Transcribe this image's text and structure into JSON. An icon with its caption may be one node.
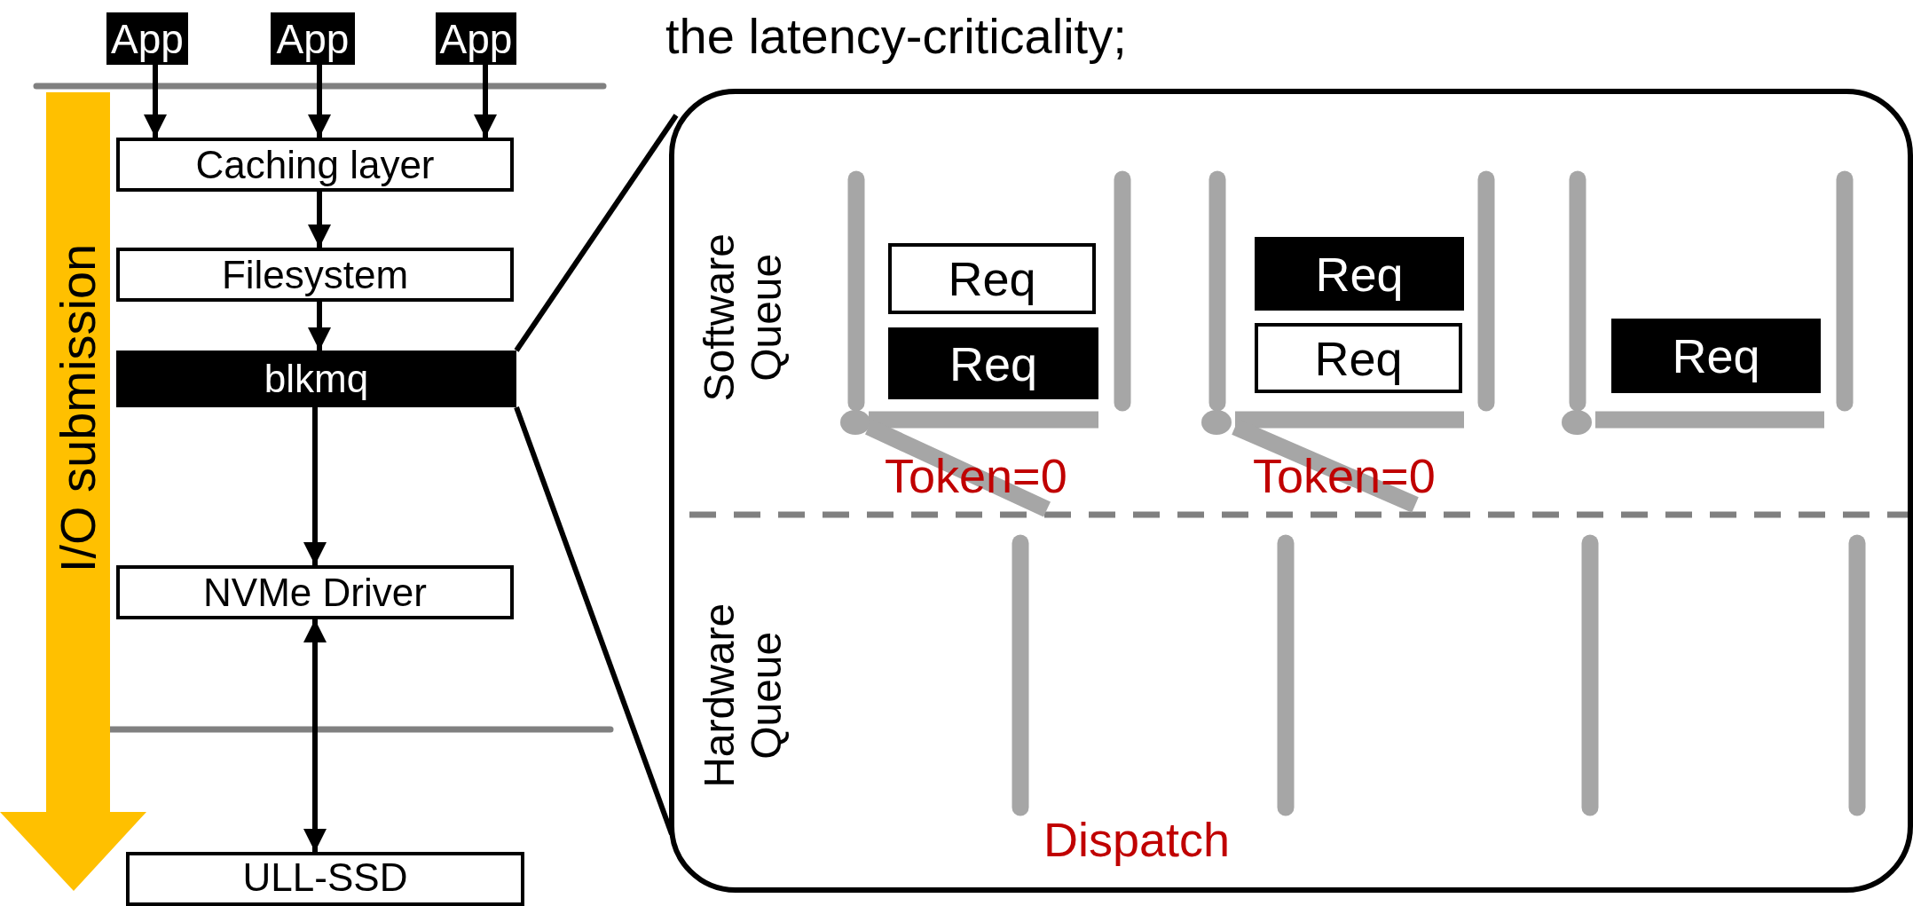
{
  "diagram": {
    "title": "the latency-criticality;",
    "nodes": [
      {
        "text": [
          "App"
        ]
      },
      {
        "text": [
          "App"
        ]
      },
      {
        "text": [
          "App"
        ]
      },
      {
        "text": [
          "Caching layer"
        ]
      },
      {
        "text": [
          "Filesystem"
        ]
      },
      {
        "text": [
          "blkmq"
        ]
      },
      {
        "text": [
          "NVMe Driver"
        ]
      },
      {
        "text": [
          "ULL-SSD"
        ]
      },
      {
        "text": [],
        "shape": "box"
      },
      {
        "text": [
          "Req"
        ],
        "in": 8
      },
      {
        "text": [
          "Req"
        ],
        "in": 8
      },
      {
        "text": [
          "Req"
        ],
        "in": 8
      },
      {
        "text": [
          "Req"
        ],
        "in": 8
      },
      {
        "text": [
          "Req"
        ],
        "in": 8
      }
    ],
    "edges": [
      {
        "from": 0,
        "to": 3,
        "arrow": "to"
      },
      {
        "from": 1,
        "to": 3,
        "arrow": "to"
      },
      {
        "from": 2,
        "to": 3,
        "arrow": "to"
      },
      {
        "from": 3,
        "to": 4,
        "arrow": "to"
      },
      {
        "from": 4,
        "to": 5,
        "arrow": "to"
      },
      {
        "from": 5,
        "to": 6,
        "arrow": "to"
      },
      {
        "from": 6,
        "to": 7,
        "arrow": "both"
      },
      {
        "from": 5,
        "to": 8,
        "arrow": "none"
      },
      {
        "from": 5,
        "to": 8,
        "arrow": "none"
      }
    ],
    "labels": [
      "I/O submission",
      "Software Queue",
      "Token=0",
      "Token=0",
      "Hardware Queue",
      "Dispatch"
    ]
  }
}
